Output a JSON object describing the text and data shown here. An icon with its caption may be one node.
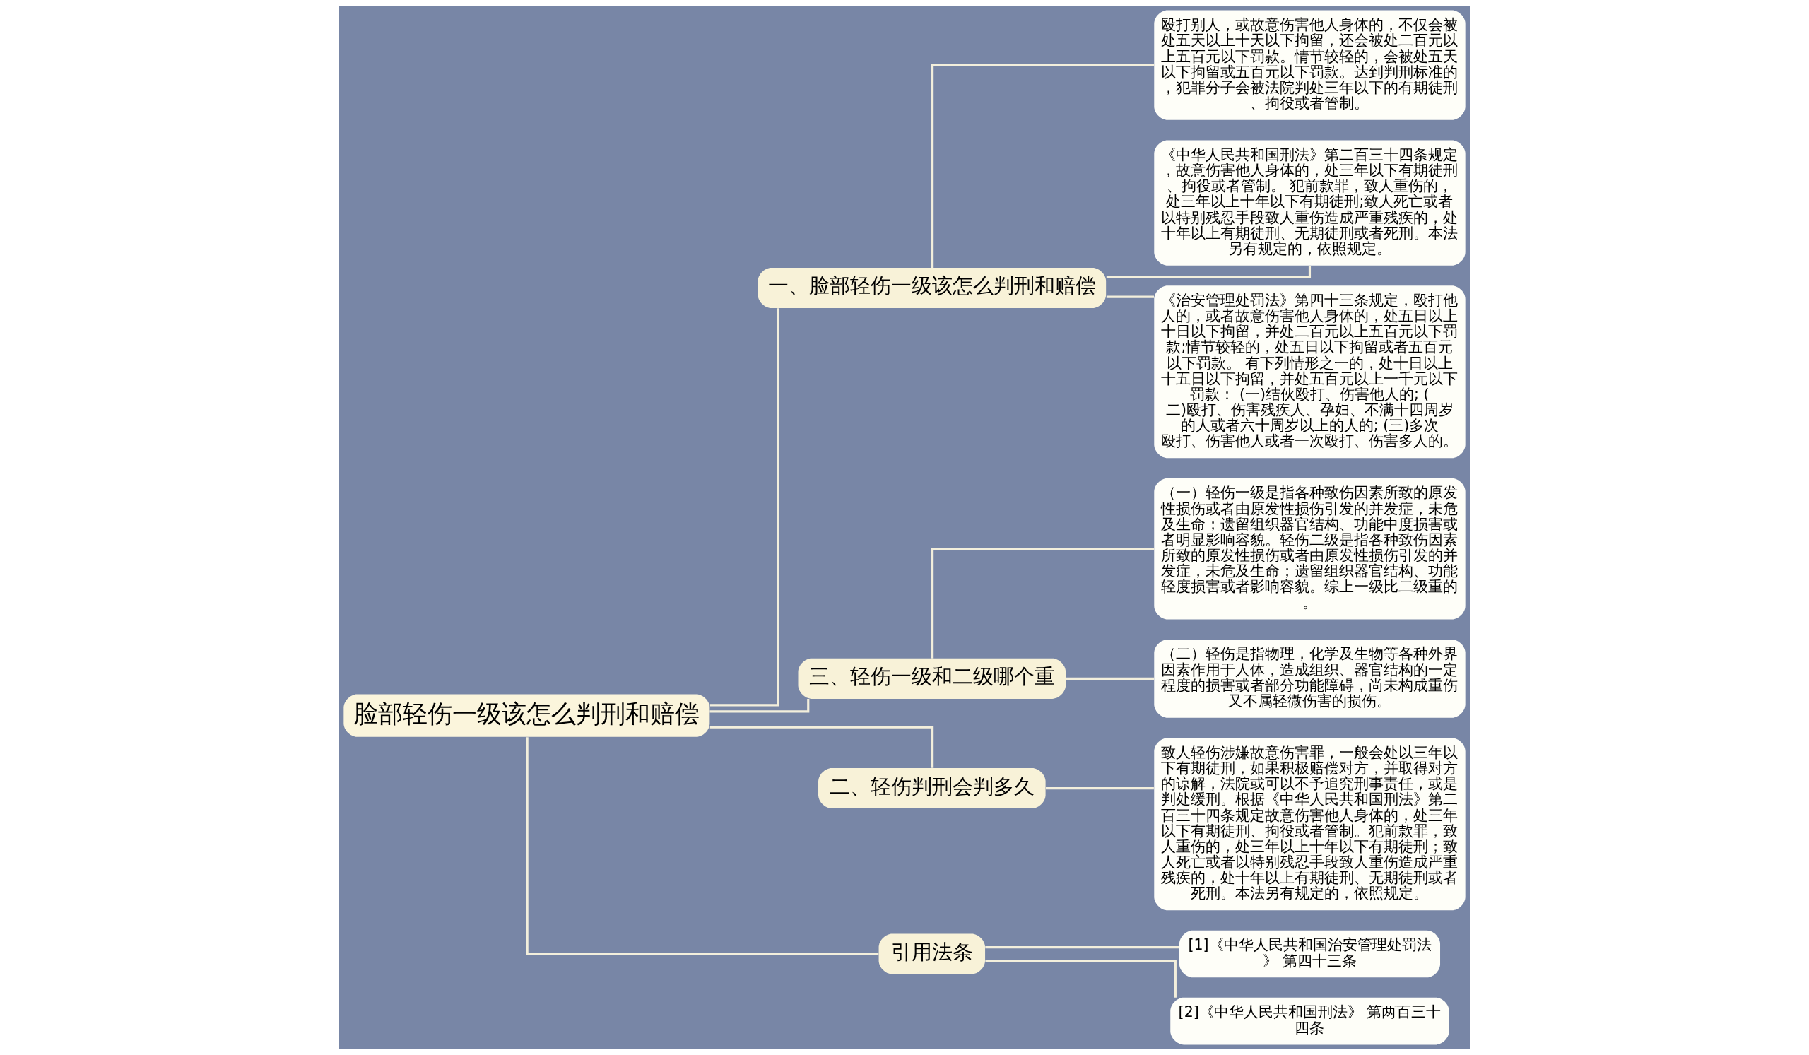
{
  "diagram": {
    "nodes": [
      {
        "text": [
          "脸部轻伤一级该怎么判刑和赔偿"
        ]
      },
      {
        "text": [
          "一、脸部轻伤一级该怎么判刑和赔偿"
        ]
      },
      {
        "text": [
          "殴打别人，或故意伤害他人身体的，不仅会被处五天以上十天以下拘留，还会被处二百元以上五百元以下罚款。情节较轻的，会被处五天以下拘留或五百元以下罚款。达到判刑标准的，犯罪分子会被法院判处三年以下的有期徒刑、拘役或者管制。"
        ]
      },
      {
        "text": [
          "《中华人民共和国刑法》第二百三十四条规定，故意伤害他人身体的，处三年以下有期徒刑、拘役或者管制。 犯前款罪，致人重伤的，处三年以上十年以下有期徒刑;致人死亡或者以特别残忍手段致人重伤造成严重残疾的，处十年以上有期徒刑、无期徒刑或者死刑。本法另有规定的，依照规定。"
        ]
      },
      {
        "text": [
          "《治安管理处罚法》第四十三条规定，殴打他人的，或者故意伤害他人身体的，处五日以上十日以下拘留，并处二百元以上五百元以下罚款;情节较轻的，处五日以下拘留或者五百元以下罚款。 有下列情形之一的，处十日以上十五日以下拘留，并处五百元以上一千元以下罚款： (一)结伙殴打、伤害他人的; (二)殴打、伤害残疾人、孕妇、不满十四周岁的人或者六十周岁以上的人的; (三)多次殴打、伤害他人或者一次殴打、伤害多人的。"
        ]
      },
      {
        "text": [
          "三、轻伤一级和二级哪个重"
        ]
      },
      {
        "text": [
          "（一）轻伤一级是指各种致伤因素所致的原发性损伤或者由原发性损伤引发的并发症，未危及生命；遗留组织器官结构、功能中度损害或者明显影响容貌。轻伤二级是指各种致伤因素所致的原发性损伤或者由原发性损伤引发的并发症，未危及生命；遗留组织器官结构、功能轻度损害或者影响容貌。综上一级比二级重的。"
        ]
      },
      {
        "text": [
          "（二）轻伤是指物理，化学及生物等各种外界因素作用于人体，造成组织、器官结构的一定程度的损害或者部分功能障碍，尚未构成重伤又不属轻微伤害的损伤。"
        ]
      },
      {
        "text": [
          "二、轻伤判刑会判多久"
        ]
      },
      {
        "text": [
          "致人轻伤涉嫌故意伤害罪，一般会处以三年以下有期徒刑，如果积极赔偿对方，并取得对方的谅解，法院或可以不予追究刑事责任，或是判处缓刑。根据《中华人民共和国刑法》第二百三十四条规定故意伤害他人身体的，处三年以下有期徒刑、拘役或者管制。犯前款罪，致人重伤的，处三年以上十年以下有期徒刑；致人死亡或者以特别残忍手段致人重伤造成严重残疾的，处十年以上有期徒刑、无期徒刑或者死刑。本法另有规定的，依照规定。"
        ]
      },
      {
        "text": [
          "引用法条"
        ]
      },
      {
        "text": [
          "[1]《中华人民共和国治安管理处罚法》 第四十三条"
        ]
      },
      {
        "text": [
          "[2]《中华人民共和国刑法》 第两百三十四条"
        ]
      }
    ],
    "edges": [
      {
        "from": 0,
        "to": 1,
        "arrow": "none"
      },
      {
        "from": 1,
        "to": 2,
        "arrow": "none"
      },
      {
        "from": 1,
        "to": 3,
        "arrow": "none"
      },
      {
        "from": 1,
        "to": 4,
        "arrow": "none"
      },
      {
        "from": 0,
        "to": 5,
        "arrow": "none"
      },
      {
        "from": 5,
        "to": 6,
        "arrow": "none"
      },
      {
        "from": 5,
        "to": 7,
        "arrow": "none"
      },
      {
        "from": 0,
        "to": 8,
        "arrow": "none"
      },
      {
        "from": 8,
        "to": 9,
        "arrow": "none"
      },
      {
        "from": 0,
        "to": 10,
        "arrow": "none"
      },
      {
        "from": 10,
        "to": 11,
        "arrow": "none"
      },
      {
        "from": 10,
        "to": 12,
        "arrow": "none"
      }
    ]
  }
}
